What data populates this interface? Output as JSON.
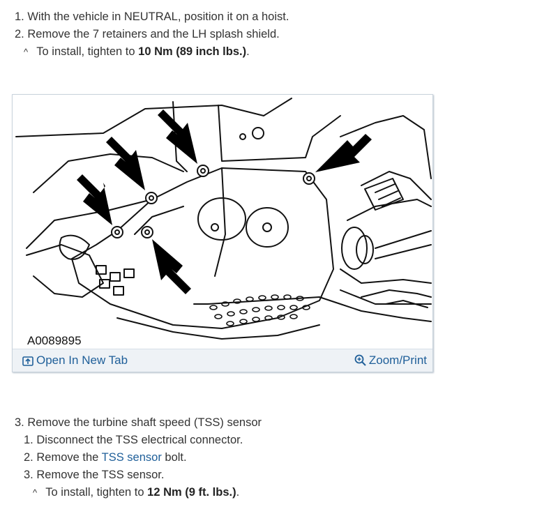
{
  "steps_top": [
    {
      "num": "1.",
      "text": "With the vehicle in NEUTRAL, position it on a hoist."
    },
    {
      "num": "2.",
      "text": "Remove the 7 retainers and the LH splash shield."
    }
  ],
  "note1": {
    "caret": "^",
    "prefix": "To install, tighten to ",
    "bold": "10 Nm (89 inch lbs.)",
    "suffix": "."
  },
  "figure": {
    "id": "A0089895",
    "open_tab_label": "Open In New Tab",
    "zoom_label": "Zoom/Print",
    "icons": {
      "open_tab": "open-in-new-tab-icon",
      "zoom": "magnifier-icon"
    }
  },
  "step3": {
    "num": "3.",
    "text": "Remove the turbine shaft speed (TSS) sensor",
    "substeps": [
      {
        "num": "1.",
        "text": "Disconnect the TSS electrical connector."
      },
      {
        "num": "2.",
        "prefix": "Remove the ",
        "link": "TSS sensor",
        "suffix": " bolt."
      },
      {
        "num": "3.",
        "text": "Remove the TSS sensor."
      }
    ],
    "note": {
      "caret": "^",
      "prefix": "To install, tighten to ",
      "bold": "12 Nm (9 ft. lbs.)",
      "suffix": "."
    }
  },
  "colors": {
    "text": "#333333",
    "link": "#1f5f99",
    "figure_bar": "#eef2f6"
  }
}
